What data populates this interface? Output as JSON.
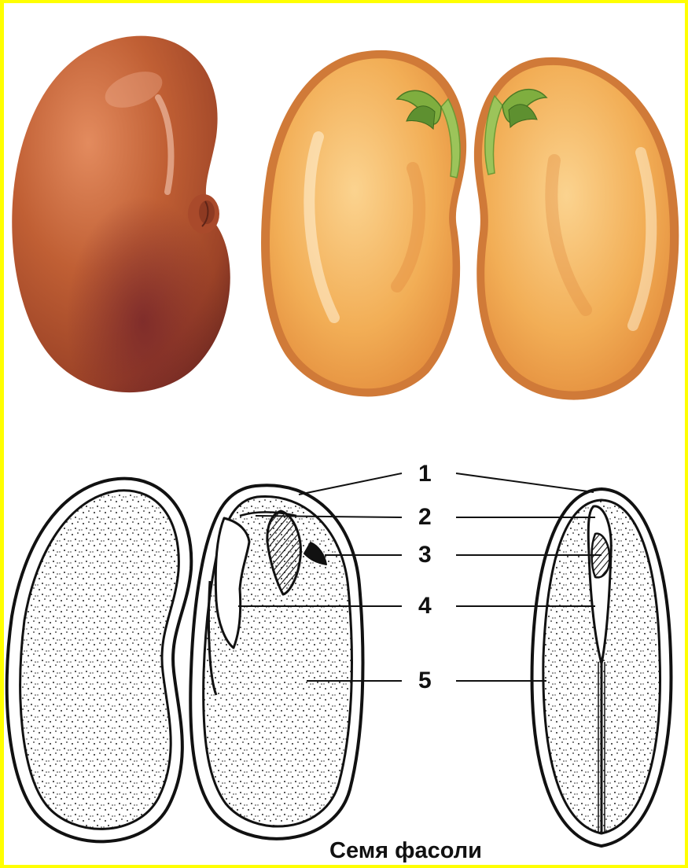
{
  "caption": "Семя фасоли",
  "labels": [
    "1",
    "2",
    "3",
    "4",
    "5"
  ],
  "colors": {
    "frame": "#ffff00",
    "seed_coat": "#b4522a",
    "cotyledon": "#f1ae55",
    "cotyledon_rim": "#d9803a",
    "sprout": "#9cc45a",
    "line_art": "#111111"
  },
  "figures": [
    {
      "name": "whole-bean-seed",
      "kind": "illustration"
    },
    {
      "name": "opened-bean-seed",
      "kind": "illustration"
    },
    {
      "name": "bean-seed-cross-section-diagram",
      "kind": "line-drawing"
    }
  ]
}
